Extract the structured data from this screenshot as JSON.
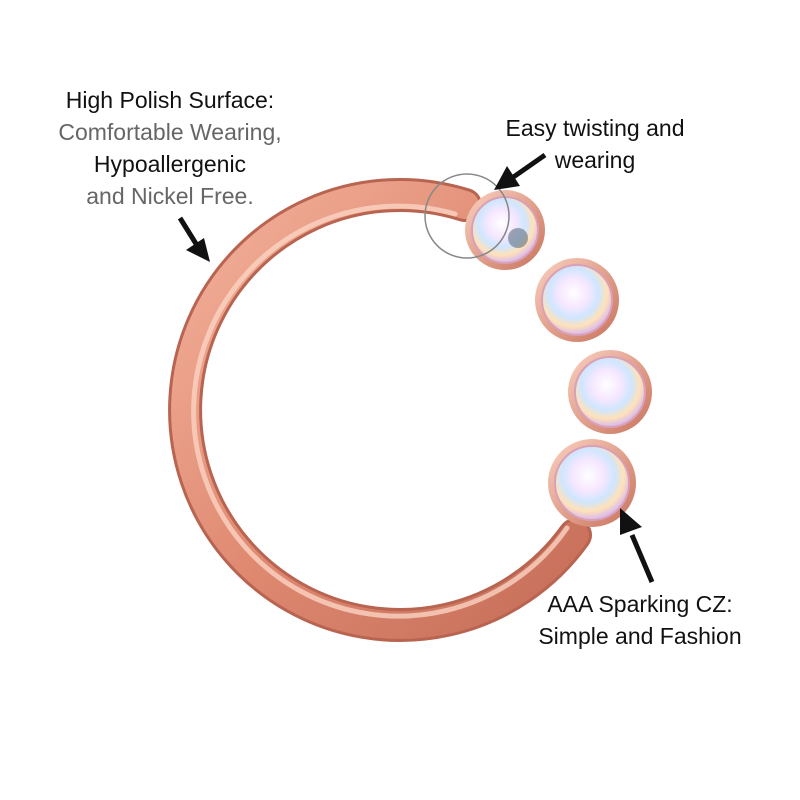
{
  "image": {
    "subject": "rose-gold hoop ring with four crystal stones",
    "colors": {
      "ring": "#e8937a",
      "ring_highlight": "#fbd3c3",
      "ring_shadow": "#b86450",
      "background": "#ffffff",
      "text_main": "#111111",
      "text_sub": "#666666"
    }
  },
  "annotations": {
    "polish": {
      "title": "High Polish Surface:",
      "line1": "Comfortable Wearing,",
      "line2": "Hypoallergenic",
      "line3": "and Nickel Free."
    },
    "twist": {
      "line1": "Easy twisting and",
      "line2": "wearing"
    },
    "cz": {
      "line1": "AAA Sparking CZ:",
      "line2": "Simple and Fashion"
    }
  }
}
